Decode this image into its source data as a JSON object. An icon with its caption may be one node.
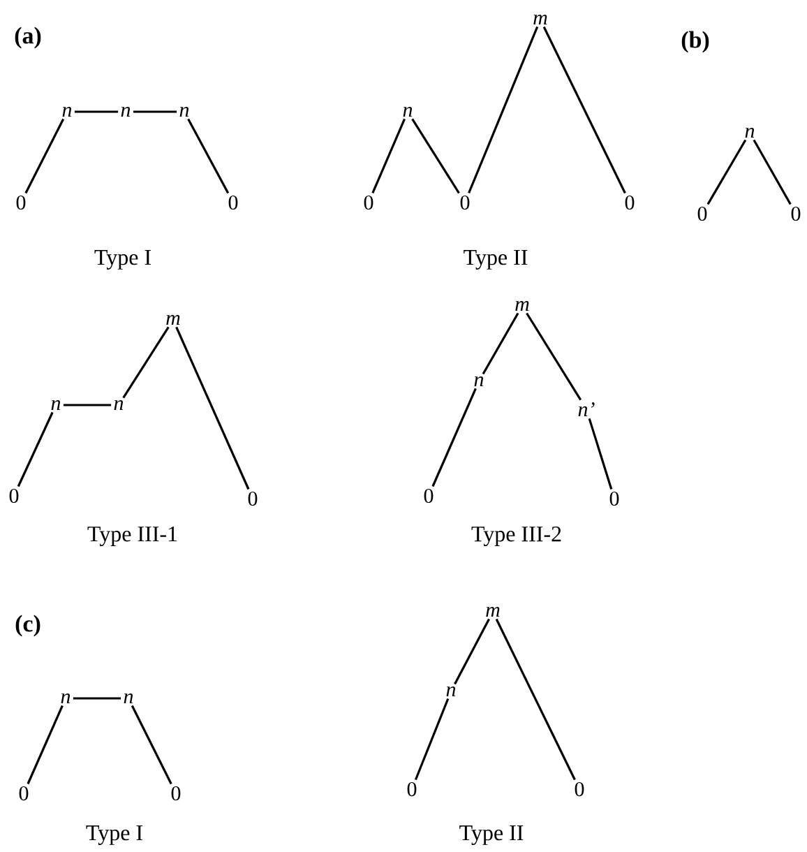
{
  "diagram": {
    "nodes": [
      {
        "text": [
          "0"
        ]
      },
      {
        "text": [
          "n"
        ]
      },
      {
        "text": [
          "n"
        ]
      },
      {
        "text": [
          "n"
        ]
      },
      {
        "text": [
          "0"
        ]
      },
      {
        "text": [
          "0"
        ]
      },
      {
        "text": [
          "n"
        ]
      },
      {
        "text": [
          "0"
        ]
      },
      {
        "text": [
          "m"
        ]
      },
      {
        "text": [
          "0"
        ]
      },
      {
        "text": [
          "0"
        ]
      },
      {
        "text": [
          "n"
        ]
      },
      {
        "text": [
          "0"
        ]
      },
      {
        "text": [
          "0"
        ]
      },
      {
        "text": [
          "n"
        ]
      },
      {
        "text": [
          "n"
        ]
      },
      {
        "text": [
          "m"
        ]
      },
      {
        "text": [
          "0"
        ]
      },
      {
        "text": [
          "0"
        ]
      },
      {
        "text": [
          "n"
        ]
      },
      {
        "text": [
          "m"
        ]
      },
      {
        "text": [
          "n’"
        ]
      },
      {
        "text": [
          "0"
        ]
      },
      {
        "text": [
          "0"
        ]
      },
      {
        "text": [
          "n"
        ]
      },
      {
        "text": [
          "n"
        ]
      },
      {
        "text": [
          "0"
        ]
      },
      {
        "text": [
          "0"
        ]
      },
      {
        "text": [
          "n"
        ]
      },
      {
        "text": [
          "m"
        ]
      },
      {
        "text": [
          "0"
        ]
      }
    ],
    "edges": [
      {
        "from": 0,
        "to": 1,
        "arrow": "none"
      },
      {
        "from": 1,
        "to": 2,
        "arrow": "none"
      },
      {
        "from": 2,
        "to": 3,
        "arrow": "none"
      },
      {
        "from": 3,
        "to": 4,
        "arrow": "none"
      },
      {
        "from": 5,
        "to": 6,
        "arrow": "none"
      },
      {
        "from": 6,
        "to": 7,
        "arrow": "none"
      },
      {
        "from": 7,
        "to": 8,
        "arrow": "none"
      },
      {
        "from": 8,
        "to": 9,
        "arrow": "none"
      },
      {
        "from": 10,
        "to": 11,
        "arrow": "none"
      },
      {
        "from": 11,
        "to": 12,
        "arrow": "none"
      },
      {
        "from": 13,
        "to": 14,
        "arrow": "none"
      },
      {
        "from": 14,
        "to": 15,
        "arrow": "none"
      },
      {
        "from": 15,
        "to": 16,
        "arrow": "none"
      },
      {
        "from": 16,
        "to": 17,
        "arrow": "none"
      },
      {
        "from": 18,
        "to": 19,
        "arrow": "none"
      },
      {
        "from": 19,
        "to": 20,
        "arrow": "none"
      },
      {
        "from": 20,
        "to": 21,
        "arrow": "none"
      },
      {
        "from": 21,
        "to": 22,
        "arrow": "none"
      },
      {
        "from": 23,
        "to": 24,
        "arrow": "none"
      },
      {
        "from": 24,
        "to": 25,
        "arrow": "none"
      },
      {
        "from": 25,
        "to": 26,
        "arrow": "none"
      },
      {
        "from": 27,
        "to": 28,
        "arrow": "none"
      },
      {
        "from": 28,
        "to": 29,
        "arrow": "none"
      },
      {
        "from": 29,
        "to": 30,
        "arrow": "none"
      }
    ],
    "labels": [
      "(a)",
      "Type I",
      "Type II",
      "(b)",
      "Type III-1",
      "Type III-2",
      "(c)",
      "Type I",
      "Type II"
    ]
  }
}
